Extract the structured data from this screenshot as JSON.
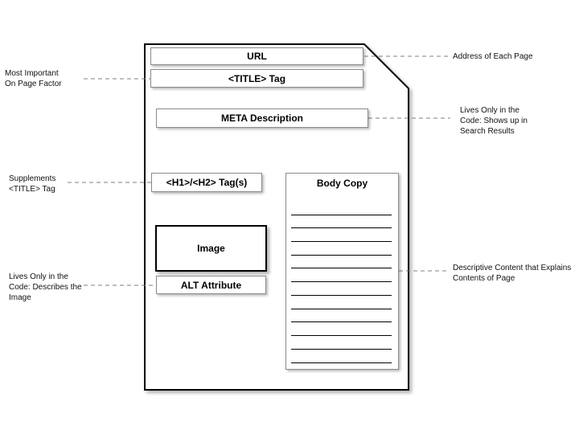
{
  "page_boxes": {
    "url": "URL",
    "title_tag": "<TITLE> Tag",
    "meta_description": "META Description",
    "heading_tags": "<H1>/<H2> Tag(s)",
    "image": "Image",
    "alt_attribute": "ALT Attribute",
    "body_copy": "Body Copy"
  },
  "annotations": {
    "url_note": "Address of Each Page",
    "title_note": "Most Important\nOn Page Factor",
    "meta_note": "Lives Only in the\nCode: Shows up in\nSearch Results",
    "heading_note": "Supplements\n<TITLE> Tag",
    "alt_note": "Lives Only in the\nCode: Describes the\nImage",
    "body_note": "Descriptive Content that Explains\nContents of Page"
  },
  "colors": {
    "outline": "#000000",
    "box_border": "#8a8a8a",
    "connector": "#7f7f7f"
  }
}
